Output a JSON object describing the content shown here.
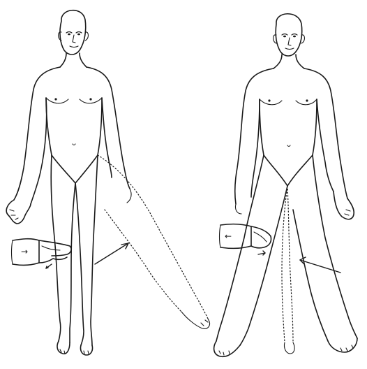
{
  "figures": [
    {
      "id": "left",
      "description_icon": "standing-figure-abducted-leg-icon",
      "examiner_hand_arrow": "→",
      "movement_arrow_direction": "up-right"
    },
    {
      "id": "right",
      "description_icon": "standing-figure-adducted-leg-icon",
      "examiner_hand_arrow": "←",
      "movement_arrow_direction": "up-left"
    }
  ],
  "colors": {
    "ink": "#1a1a1a",
    "background": "#ffffff"
  }
}
